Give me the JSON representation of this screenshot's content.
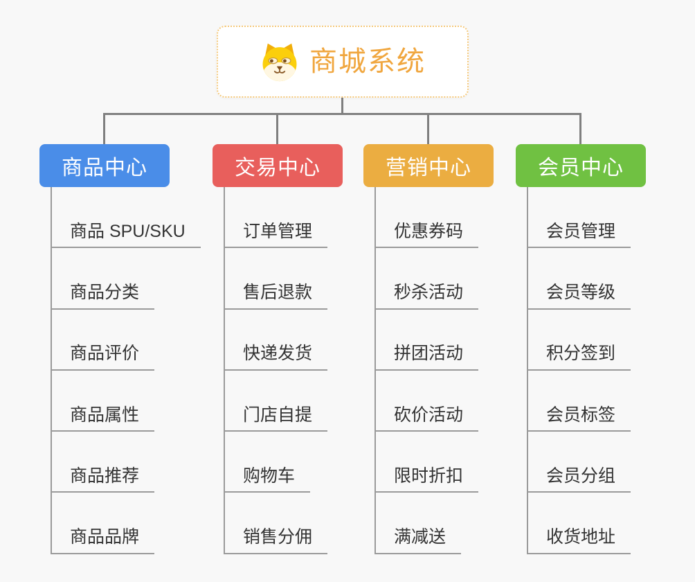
{
  "root": {
    "title": "商城系统",
    "icon": "shiba-dog-icon",
    "accent_color": "#f0a63e",
    "border_color": "#f5c879"
  },
  "connectors": {
    "main_line_color": "#7f7f7f",
    "sub_line_color": "#9a9a9a"
  },
  "text_color": "#333333",
  "background_color": "#f8f8f8",
  "branches": [
    {
      "id": "product-center",
      "title": "商品中心",
      "color": "#4a8de8",
      "items": [
        "商品 SPU/SKU",
        "商品分类",
        "商品评价",
        "商品属性",
        "商品推荐",
        "商品品牌"
      ]
    },
    {
      "id": "trade-center",
      "title": "交易中心",
      "color": "#e85f5c",
      "items": [
        "订单管理",
        "售后退款",
        "快递发货",
        "门店自提",
        "购物车",
        "销售分佣"
      ]
    },
    {
      "id": "marketing-center",
      "title": "营销中心",
      "color": "#ebad41",
      "items": [
        "优惠券码",
        "秒杀活动",
        "拼团活动",
        "砍价活动",
        "限时折扣",
        "满减送"
      ]
    },
    {
      "id": "member-center",
      "title": "会员中心",
      "color": "#70c142",
      "items": [
        "会员管理",
        "会员等级",
        "积分签到",
        "会员标签",
        "会员分组",
        "收货地址"
      ]
    }
  ]
}
